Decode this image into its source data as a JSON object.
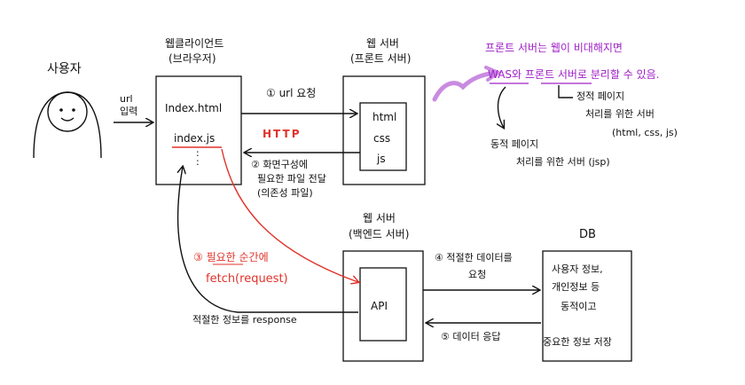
{
  "user": {
    "label": "사용자",
    "input_label": "url\n입력"
  },
  "web_client": {
    "title": "웹클라이언트",
    "subtitle": "(브라우저)",
    "file_html": "Index.html",
    "file_js": "index.js"
  },
  "frontend_server": {
    "title": "웹 서버",
    "subtitle": "(프론트 서버)",
    "files": [
      "html",
      "css",
      "js"
    ]
  },
  "backend_server": {
    "title": "웹 서버",
    "subtitle": "(백엔드 서버)",
    "api_label": "API"
  },
  "db": {
    "title": "DB",
    "lines": [
      "사용자 정보,",
      "개인정보 등",
      "동적이고",
      "중요한 정보 저장"
    ]
  },
  "steps": {
    "step1": "① url 요청",
    "http": "HTTP",
    "step2_lines": [
      "② 화면구성에",
      "필요한 파일 전달",
      "(의존성 파일)"
    ],
    "step3_lines": [
      "③ 필요한 순간에",
      "fetch(request)"
    ],
    "step4_lines": [
      "④ 적절한 데이터를",
      "요청"
    ],
    "step5": "⑤ 데이터 응답",
    "response": "적절한 정보를 response"
  },
  "notes": {
    "purple_lines": [
      "프론트 서버는 웹이 비대해지면",
      "WAS와 프론트 서버로 분리할 수 있음."
    ],
    "static_lines": [
      "정적 페이지",
      "처리를 위한 서버",
      "(html, css, js)"
    ],
    "dynamic_lines": [
      "동적 페이지",
      "처리를 위한 서버 (jsp)"
    ]
  },
  "colors": {
    "ink": "#111111",
    "accent_red": "#e0322a",
    "accent_purple": "#a020c8",
    "brush_purple": "#c98be0"
  }
}
